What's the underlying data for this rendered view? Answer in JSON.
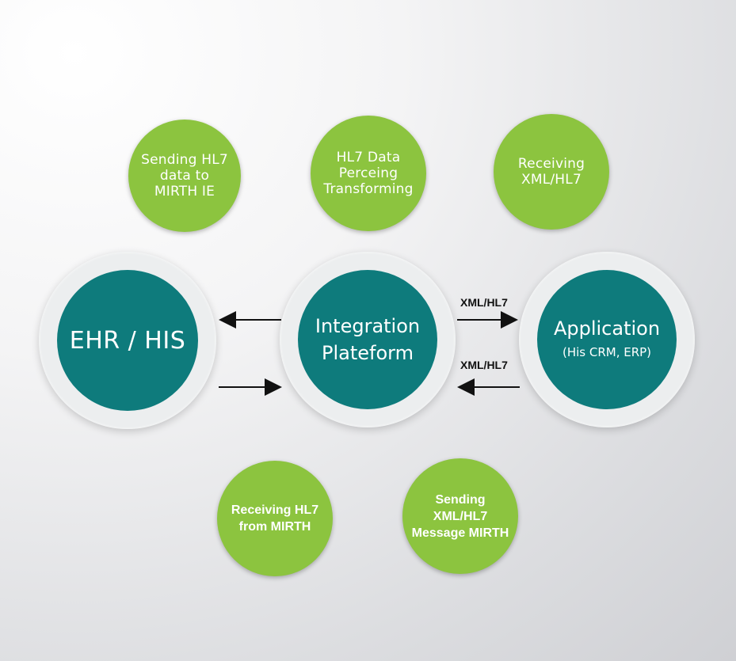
{
  "top_nodes": [
    {
      "lines": [
        "Sending HL7",
        "data to",
        "MIRTH IE"
      ]
    },
    {
      "lines": [
        "HL7 Data",
        "Perceing",
        "Transforming"
      ]
    },
    {
      "lines": [
        "Receiving",
        "XML/HL7"
      ]
    }
  ],
  "main_nodes": {
    "ehr": {
      "title": "EHR / HIS"
    },
    "integration": {
      "title_lines": [
        "Integration",
        "Plateform"
      ]
    },
    "application": {
      "title": "Application",
      "subtitle": "(His CRM, ERP)"
    }
  },
  "arrow_labels": {
    "top": "XML/HL7",
    "bottom": "XML/HL7"
  },
  "bottom_nodes": [
    {
      "lines": [
        "Receiving HL7",
        "from MIRTH"
      ]
    },
    {
      "lines": [
        "Sending",
        "XML/HL7",
        "Message MIRTH"
      ]
    }
  ],
  "colors": {
    "green": "#8cc43f",
    "teal": "#0e7b7c",
    "ring": "#eceeef",
    "arrow": "#111111"
  }
}
